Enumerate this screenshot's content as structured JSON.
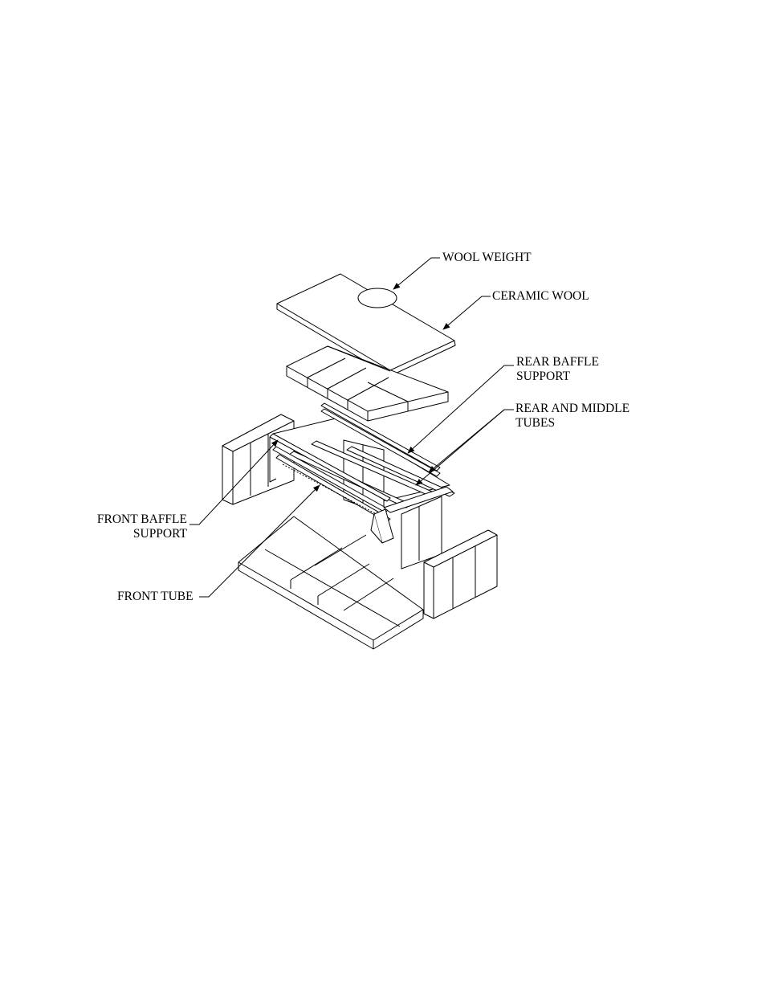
{
  "labels": {
    "wool_weight": [
      "WOOL WEIGHT"
    ],
    "ceramic_wool": [
      "CERAMIC WOOL"
    ],
    "rear_baffle_support": [
      "REAR BAFFLE",
      "SUPPORT"
    ],
    "rear_and_middle_tubes": [
      "REAR AND MIDDLE",
      "TUBES"
    ],
    "front_baffle_support": [
      "FRONT BAFFLE",
      "SUPPORT"
    ],
    "front_tube": [
      "FRONT TUBE"
    ]
  },
  "colors": {
    "line": "#000000",
    "fill": "#ffffff",
    "joint": "#444444"
  }
}
